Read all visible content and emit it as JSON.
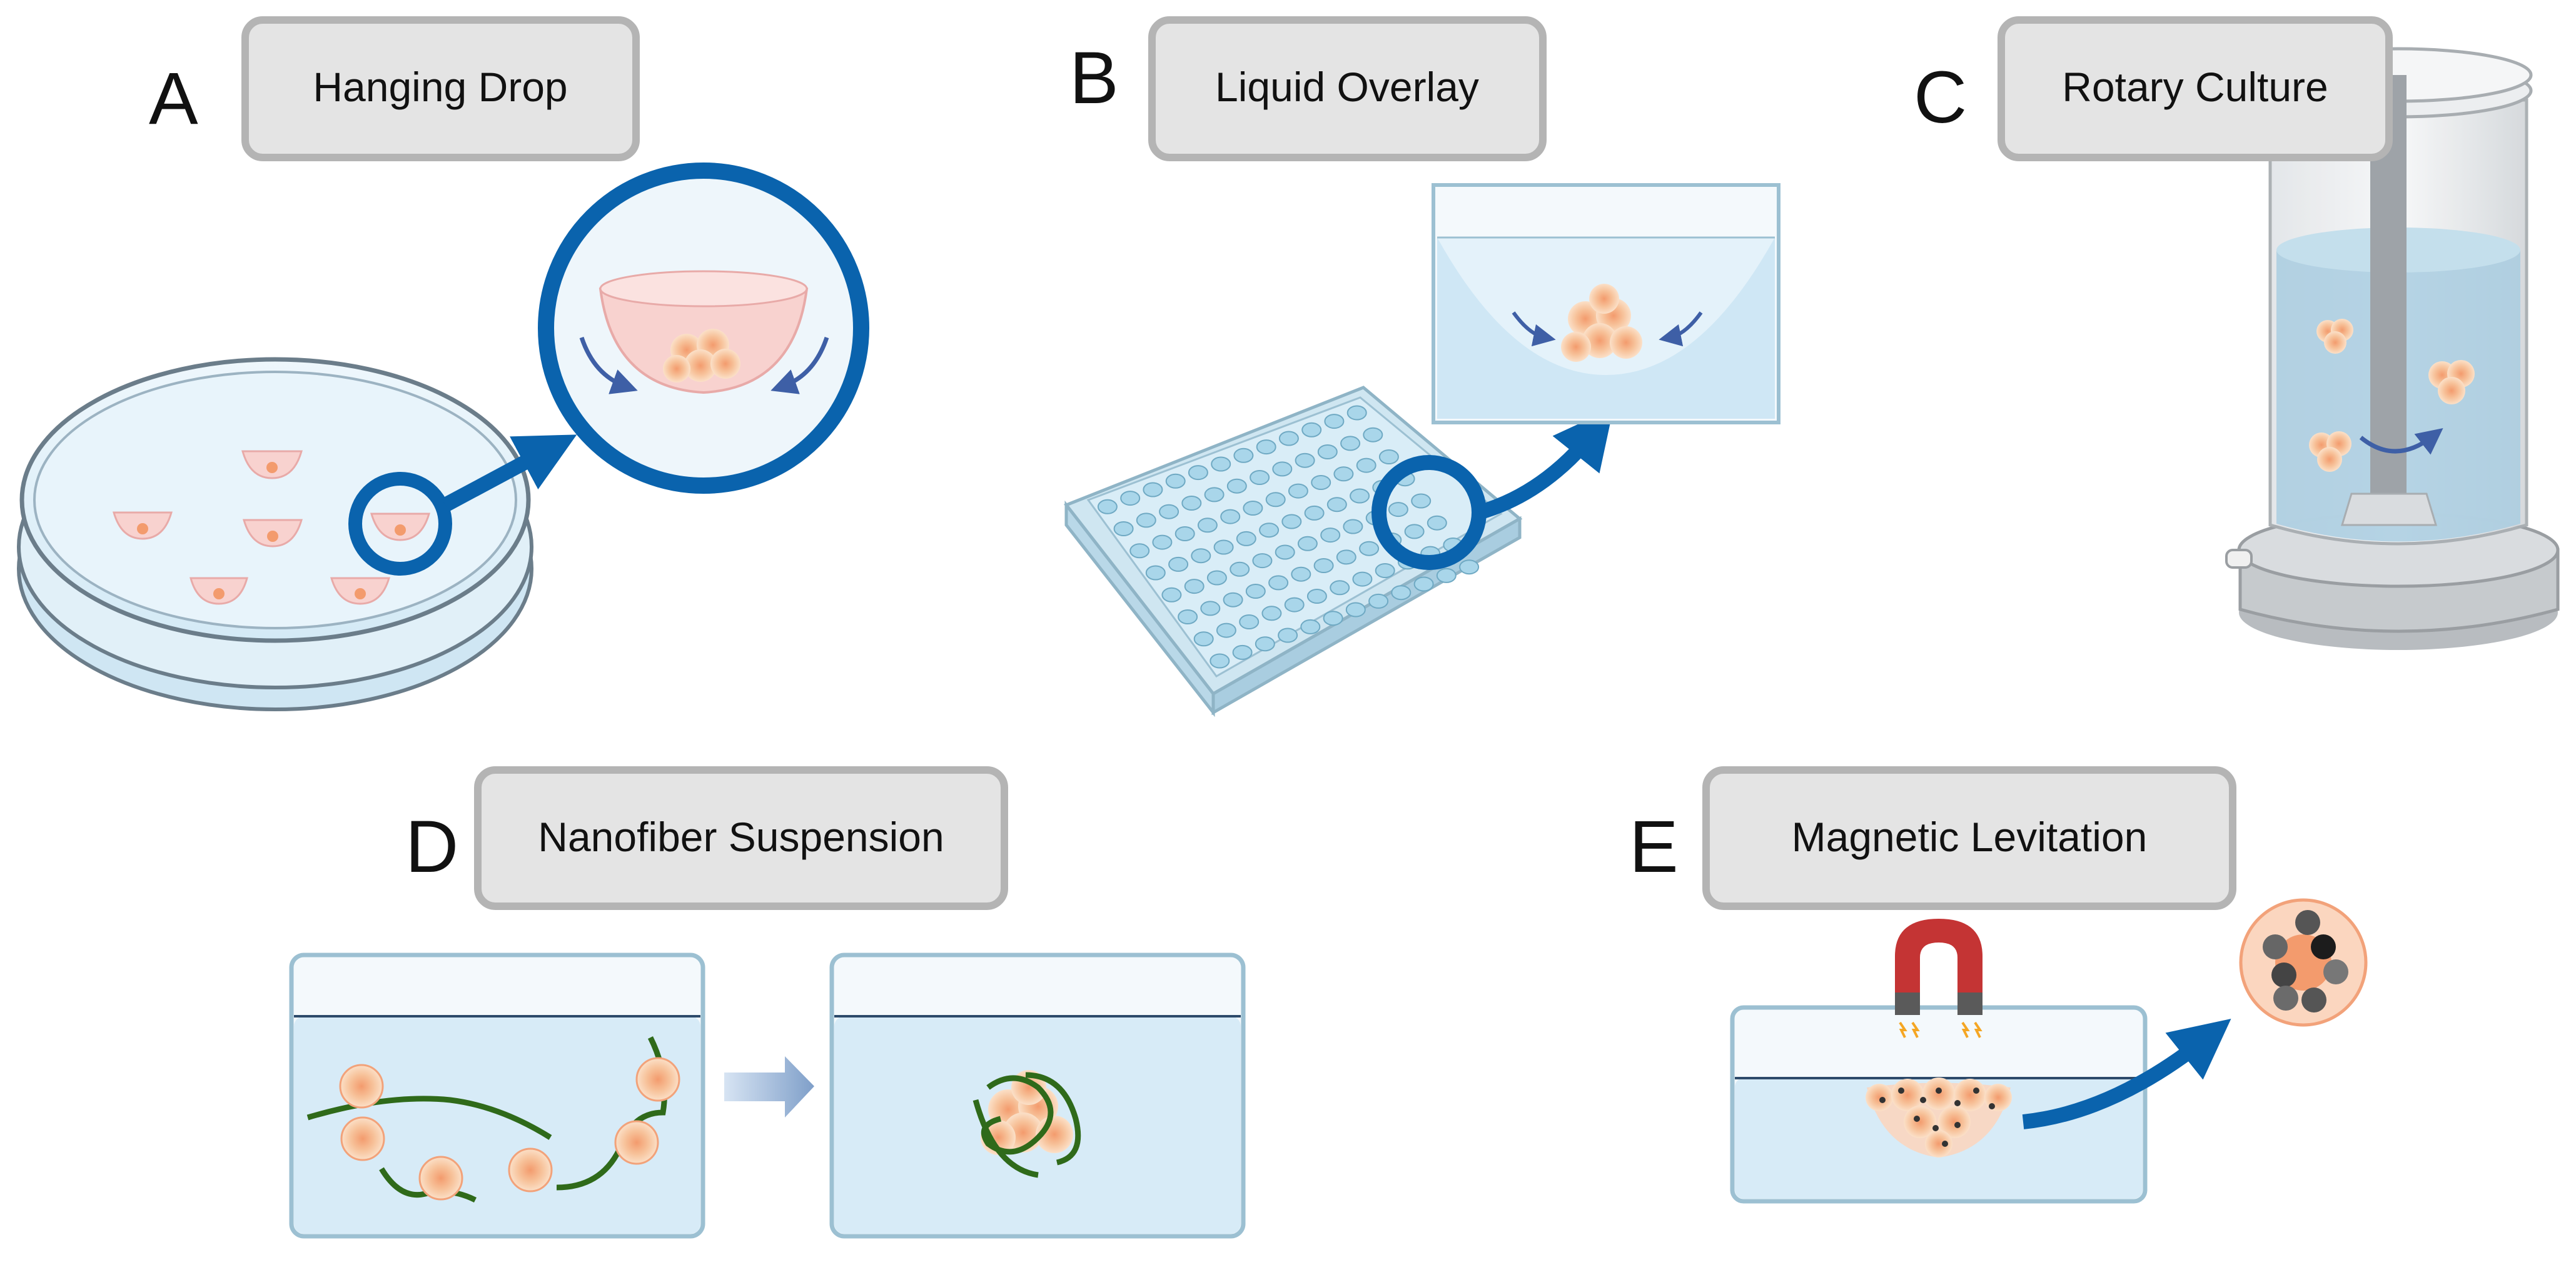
{
  "panels": {
    "a": {
      "letter": "A",
      "title": "Hanging Drop"
    },
    "b": {
      "letter": "B",
      "title": "Liquid Overlay"
    },
    "c": {
      "letter": "C",
      "title": "Rotary Culture"
    },
    "d": {
      "letter": "D",
      "title": "Nanofiber Suspension"
    },
    "e": {
      "letter": "E",
      "title": "Magnetic Levitation"
    }
  },
  "colors": {
    "accent_blue": "#0a63ad",
    "medium_blue": "#cfe7f5",
    "cell_fill": "#f7c29a",
    "cell_core": "#f39b6d",
    "fiber_green": "#2f6a1a",
    "magnet_red": "#c43434",
    "title_box": "#e4e4e4"
  },
  "icons": [
    "petri-dish-icon",
    "well-plate-icon",
    "rotary-bioreactor-icon",
    "magnet-icon",
    "spheroid-icon",
    "arrow-icon"
  ]
}
